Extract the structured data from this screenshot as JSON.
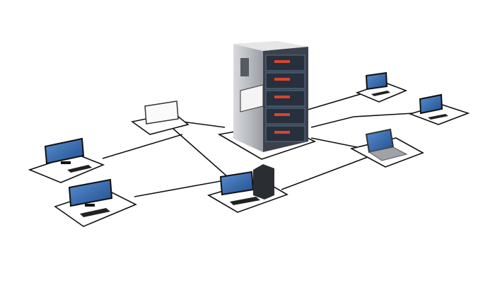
{
  "scene": {
    "subject": "network",
    "nodes": [
      {
        "kind": "server-rack",
        "icon": "server-icon"
      },
      {
        "kind": "monitor",
        "icon": "monitor-icon",
        "screen": "blank-white"
      },
      {
        "kind": "monitor",
        "icon": "monitor-icon",
        "screen": "blue"
      },
      {
        "kind": "monitor",
        "icon": "monitor-icon",
        "screen": "blue"
      },
      {
        "kind": "desktop-computer",
        "icon": "desktop-icon",
        "screen": "blue"
      },
      {
        "kind": "laptop",
        "icon": "laptop-icon",
        "screen": "blue"
      },
      {
        "kind": "monitor",
        "icon": "monitor-icon",
        "screen": "blue"
      },
      {
        "kind": "monitor",
        "icon": "monitor-icon",
        "screen": "blue"
      }
    ]
  },
  "colors": {
    "background": "#ffffff",
    "screen": "#3a73b8",
    "server_body": "#b9bcc0",
    "server_front": "#2b3340",
    "drive_accent": "#d8452b",
    "lines": "#111111"
  }
}
